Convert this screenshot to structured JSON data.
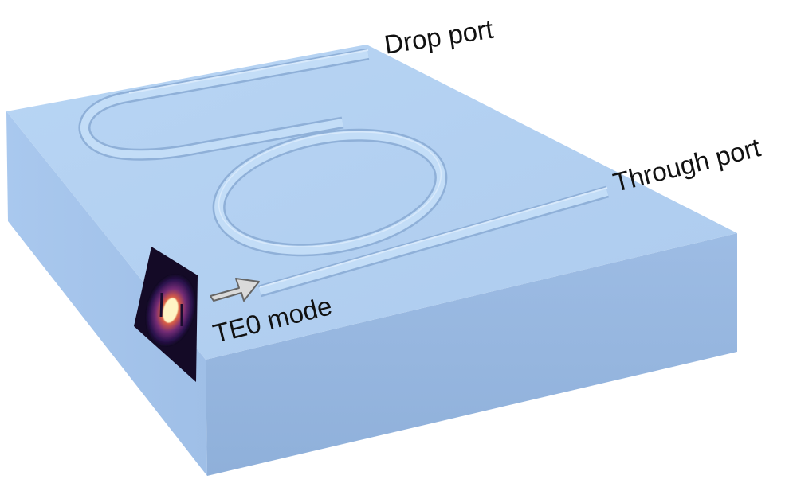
{
  "labels": {
    "drop_port": "Drop port",
    "through_port": "Through port",
    "mode": "TE0 mode"
  },
  "colors": {
    "chip_top": "#b3d1f2",
    "chip_left": "#a4c3ea",
    "chip_front": "#94b3dc",
    "waveguide": "#b9d6f3",
    "waveguide_edge": "#8fb0d8",
    "arrow_fill": "#d9d9d9",
    "arrow_stroke": "#6a6a6a",
    "mode_background": "#160c2a",
    "mode_core": "#fff0b0"
  },
  "icons": {
    "propagation": "right-arrow-icon",
    "mode_profile": "te0-mode-field-icon"
  }
}
